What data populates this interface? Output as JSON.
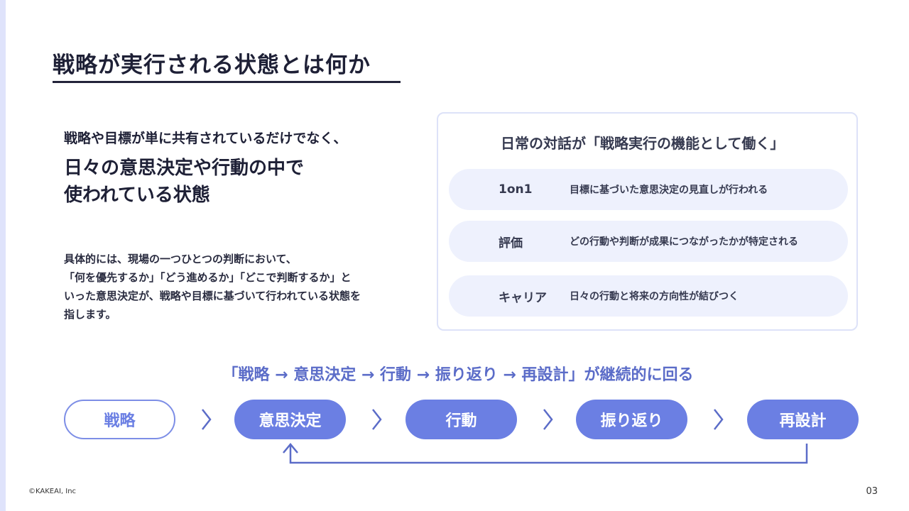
{
  "title": "戦略が実行される状態とは何か",
  "lead": {
    "line1": "戦略や目標が単に共有されているだけでなく、",
    "line2": "日々の意思決定や行動の中で",
    "line3": "使われている状態"
  },
  "body": {
    "line1": "具体的には、現場の一つひとつの判断において、",
    "line2": "「何を優先するか」「どう進めるか」「どこで判断するか」と",
    "line3": "いった意思決定が、戦略や目標に基づいて行われている状態を",
    "line4": "指します。"
  },
  "card": {
    "title": "日常の対話が「戦略実行の機能として働く」",
    "rows": [
      {
        "key": "1on1",
        "value": "目標に基づいた意思決定の見直しが行われる"
      },
      {
        "key": "評価",
        "value": "どの行動や判断が成果につながったかが特定される"
      },
      {
        "key": "キャリア",
        "value": "日々の行動と将来の方向性が結びつく"
      }
    ]
  },
  "flow": {
    "title": "「戦略 → 意思決定 → 行動 → 振り返り → 再設計」が継続的に回る",
    "steps": [
      "戦略",
      "意思決定",
      "行動",
      "振り返り",
      "再設計"
    ]
  },
  "footer": {
    "copyright": "©KAKEAI, Inc",
    "page": "03"
  },
  "colors": {
    "accent": "#6b7fe3",
    "dark": "#1e2036",
    "pill_bg": "#eef1fd"
  }
}
